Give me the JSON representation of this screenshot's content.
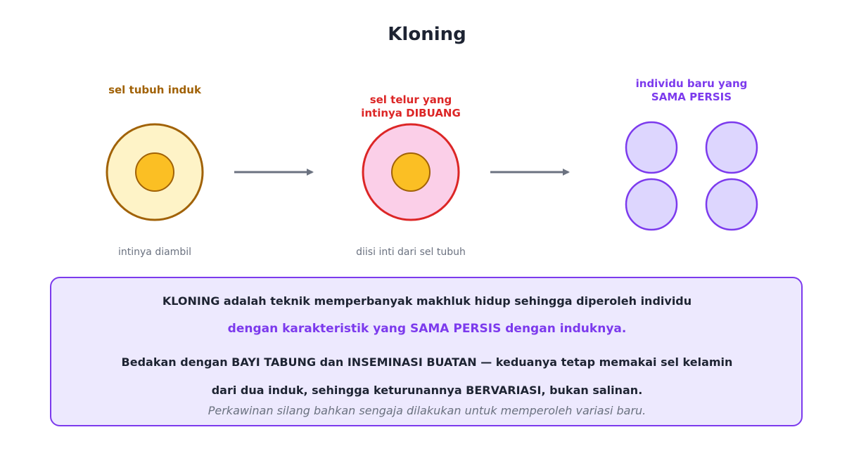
{
  "title": "Kloning",
  "stage1": {
    "label": "sel tubuh induk",
    "caption": "intinya diambil"
  },
  "stage2": {
    "label_line1": "sel telur yang",
    "label_line2": "intinya DIBUANG",
    "caption": "diisi inti dari sel tubuh"
  },
  "stage3": {
    "label_line1": "individu baru yang",
    "label_line2": "SAMA PERSIS"
  },
  "note": {
    "line1": "KLONING adalah teknik memperbanyak makhluk hidup sehingga diperoleh individu",
    "line2": "dengan karakteristik yang SAMA PERSIS dengan induknya.",
    "line3": "Bedakan dengan BAYI TABUNG dan INSEMINASI BUATAN — keduanya tetap memakai sel kelamin",
    "line4": "dari dua induk, sehingga keturunannya BERVARIASI, bukan salinan.",
    "line5": "Perkawinan silang bahkan sengaja dilakukan untuk memperoleh variasi baru."
  },
  "colors": {
    "body_cell_fill": "#fef3c7",
    "body_cell_stroke": "#a16207",
    "nucleus_fill": "#fbbf24",
    "nucleus_stroke": "#a16207",
    "egg_fill": "#fbcfe8",
    "egg_stroke": "#dc2626",
    "clone_fill": "#ddd6fe",
    "clone_stroke": "#7c3aed",
    "arrow": "#6b7280"
  }
}
